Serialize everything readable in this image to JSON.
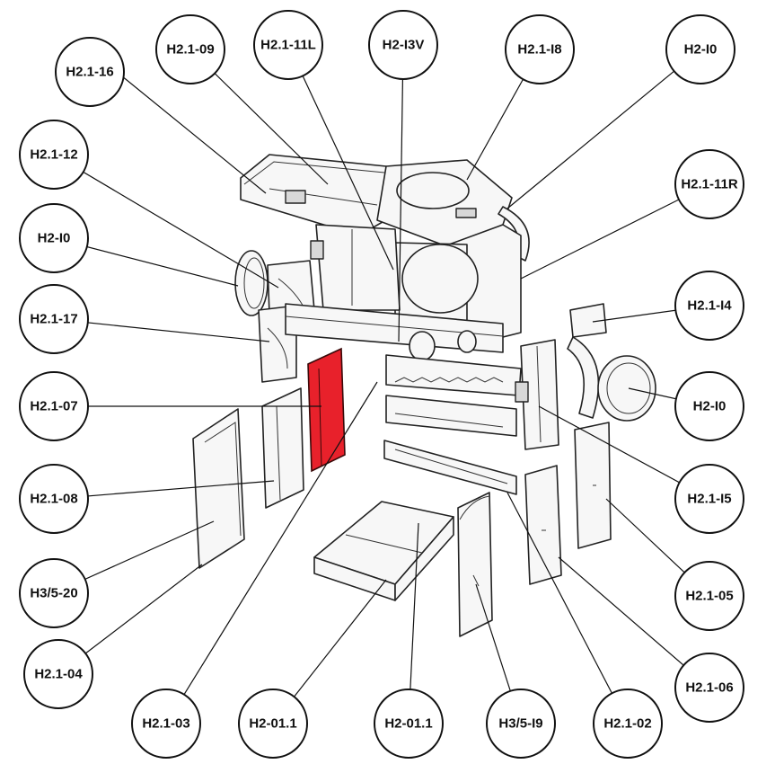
{
  "colors": {
    "highlight": "#e8212b",
    "line": "#111111",
    "background": "#ffffff"
  },
  "highlighted_part": "H2.1-07",
  "callouts": [
    {
      "id": "h21-16",
      "label": "H2.1-16"
    },
    {
      "id": "h21-09",
      "label": "H2.1-09"
    },
    {
      "id": "h21-11l",
      "label": "H2.1-11L"
    },
    {
      "id": "h2-13v",
      "label": "H2-I3V"
    },
    {
      "id": "h21-18",
      "label": "H2.1-I8"
    },
    {
      "id": "h2-10-top",
      "label": "H2-I0"
    },
    {
      "id": "h21-12",
      "label": "H2.1-12"
    },
    {
      "id": "h21-11r",
      "label": "H2.1-11R"
    },
    {
      "id": "h2-10-left",
      "label": "H2-I0"
    },
    {
      "id": "h21-17",
      "label": "H2.1-17"
    },
    {
      "id": "h21-14",
      "label": "H2.1-I4"
    },
    {
      "id": "h21-07",
      "label": "H2.1-07"
    },
    {
      "id": "h2-10-right",
      "label": "H2-I0"
    },
    {
      "id": "h21-15",
      "label": "H2.1-I5"
    },
    {
      "id": "h21-08",
      "label": "H2.1-08"
    },
    {
      "id": "h21-05",
      "label": "H2.1-05"
    },
    {
      "id": "h35-20",
      "label": "H3/5-20"
    },
    {
      "id": "h21-06",
      "label": "H2.1-06"
    },
    {
      "id": "h21-04",
      "label": "H2.1-04"
    },
    {
      "id": "h21-03",
      "label": "H2.1-03"
    },
    {
      "id": "h2-011a",
      "label": "H2-01.1"
    },
    {
      "id": "h2-011b",
      "label": "H2-01.1"
    },
    {
      "id": "h35-19",
      "label": "H3/5-I9"
    },
    {
      "id": "h21-02",
      "label": "H2.1-02"
    }
  ]
}
